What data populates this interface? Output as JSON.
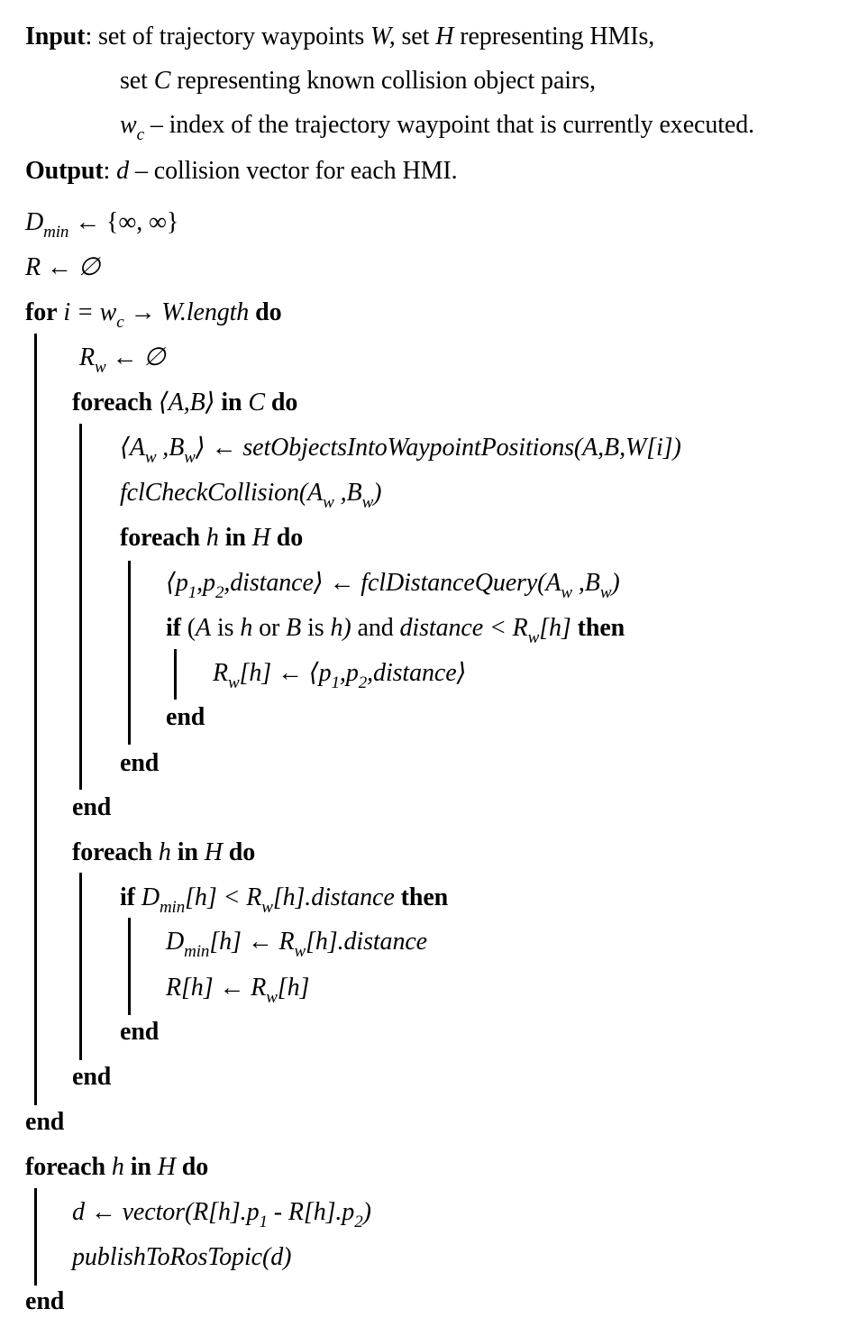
{
  "kw": {
    "input": "Input",
    "output": "Output",
    "for": "for",
    "foreach": "foreach",
    "in": "in",
    "do": "do",
    "if": "if",
    "then": "then",
    "end": "end"
  },
  "header": {
    "input_line1_a": ": set of trajectory waypoints ",
    "input_line1_W": "W,",
    "input_line1_b": " set ",
    "input_line1_H": "H",
    "input_line1_c": " representing HMIs,",
    "input_line2_a": "set ",
    "input_line2_C": "C",
    "input_line2_b": " representing known collision object pairs,",
    "input_line3_w": "w",
    "input_line3_sub": "c",
    "input_line3_b": " – index of the trajectory waypoint that is currently executed.",
    "output_d": "d",
    "output_b": " – collision vector for each HMI."
  },
  "algo": {
    "l1_D": "D",
    "l1_min": "min",
    "l1_rest": " ← {∞, ∞}",
    "l2": "R ← ∅",
    "l3_mid_a": "i",
    "l3_mid_b": " = w",
    "l3_sub": "c",
    "l3_mid_c": " → ",
    "l3_mid_d": "W.length",
    "l4_R": "R",
    "l4_sub": "w",
    "l4_rest": " ← ∅",
    "l5_pair": "⟨A,B⟩",
    "l5_C": "C",
    "l6_a": "⟨A",
    "l6_sub1": "w",
    "l6_b": " ,B",
    "l6_sub2": "w",
    "l6_c": "⟩ ← setObjectsIntoWaypointPositions(A,B,W[i])",
    "l7_a": "fclCheckCollision(A",
    "l7_sub1": "w",
    "l7_b": " ,B",
    "l7_sub2": "w",
    "l7_c": ")",
    "h": "h",
    "H": "H",
    "l9_a": "⟨p",
    "l9_s1": "1",
    "l9_b": ",p",
    "l9_s2": "2",
    "l9_c": ",distance⟩ ← fclDistanceQuery(A",
    "l9_s3": "w",
    "l9_d": " ,B",
    "l9_s4": "w",
    "l9_e": ")",
    "l10_open": " (",
    "l10_A": "A",
    "l10_is1": " is ",
    "l10_h1": "h",
    "l10_or": " or ",
    "l10_B": "B",
    "l10_is2": " is ",
    "l10_h2": "h)",
    "l10_and": " and ",
    "l10_dist": "distance",
    "l10_lt": " < R",
    "l10_sub": "w",
    "l10_idx": "[h]",
    "l11_a": "R",
    "l11_sub": "w",
    "l11_b": "[h] ← ⟨p",
    "l11_s1": "1",
    "l11_c": ",p",
    "l11_s2": "2",
    "l11_d": ",distance⟩",
    "l16_D": "D",
    "l16_min": "min",
    "l16_a": "[h] < R",
    "l16_sub": "w",
    "l16_b": "[h].distance",
    "l17_D": "D",
    "l17_min": "min",
    "l17_a": "[h] ← R",
    "l17_sub": "w",
    "l17_b": "[h].distance",
    "l18_a": "R[h] ← R",
    "l18_sub": "w",
    "l18_b": "[h]",
    "l23_a": "d ← vector(R[h].p",
    "l23_s1": "1",
    "l23_b": " - R[h].p",
    "l23_s2": "2",
    "l23_c": ")",
    "l24": "publishToRosTopic(d)"
  }
}
